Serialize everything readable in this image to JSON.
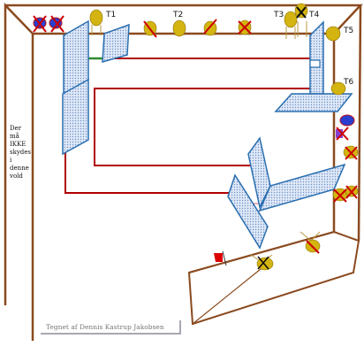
{
  "colors": {
    "wall": "#8b4a1f",
    "red_line": "#b00000",
    "green_line": "#2e8b2e",
    "panel_stroke": "#2a6fb0",
    "panel_fill": "#c9d9f2",
    "target": "#d4b410",
    "cross": "#cc0000",
    "pink": "#e8909a"
  },
  "labels": {
    "t1": "T1",
    "t2": "T2",
    "t3": "T3",
    "t4": "T4",
    "t5": "T5",
    "t6": "T6"
  },
  "warning": {
    "lines": [
      "Der",
      "må",
      "IKKE",
      "skydes",
      "i",
      "denne",
      "vold"
    ]
  },
  "credit": "Tegnet af Dennis Kastrup Jakobsen"
}
